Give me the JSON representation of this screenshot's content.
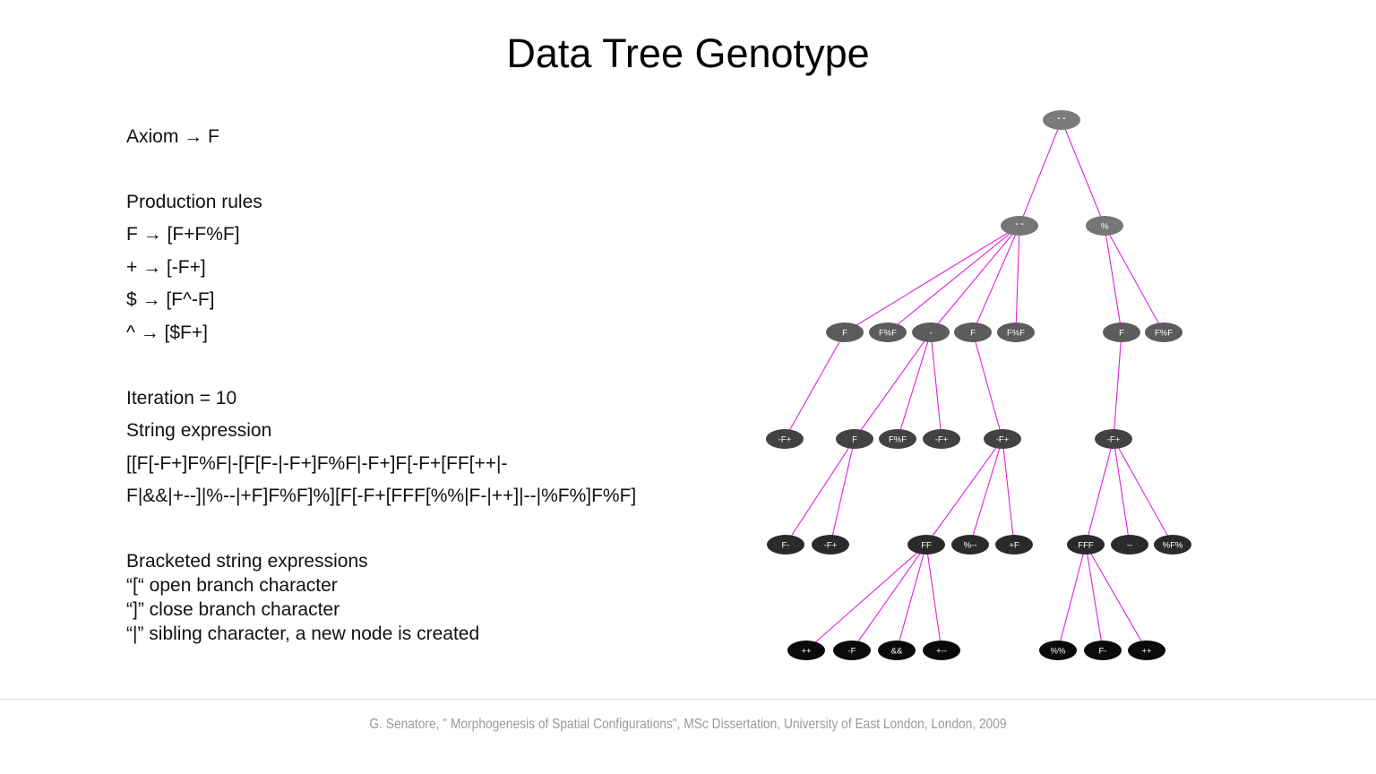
{
  "title": "Data Tree Genotype",
  "axiom": "Axiom → F",
  "production": {
    "heading": "Production rules",
    "rules": [
      "F → [F+F%F]",
      "+ → [-F+]",
      "$ → [F^-F]",
      "^ → [$F+]"
    ]
  },
  "iteration": "Iteration = 10",
  "string_expression": {
    "heading": "String expression",
    "line1": "[[F[-F+]F%F|-[F[F-|-F+]F%F|-F+]F[-F+[FF[++|-",
    "line2": "F|&&|+--]|%--|+F]F%F]%][F[-F+[FFF[%%|F-|++]|--|%F%]F%F]"
  },
  "bracketed": {
    "heading": "Bracketed string expressions",
    "items": [
      "“[“ open branch character",
      "“]” close branch character",
      "“|” sibling character, a new node is created"
    ]
  },
  "footer": "G. Senatore, \" Morphogenesis of Spatial Configurations\", MSc Dissertation, University of East London, London, 2009",
  "colors": {
    "edge": "#e020e0",
    "level_fills": [
      "#7b7b7b",
      "#767676",
      "#5c5c5c",
      "#424242",
      "#2a2a2a",
      "#0a0a0a"
    ]
  },
  "tree": {
    "nodes": [
      {
        "id": "r",
        "label": "“ “",
        "level": 0
      },
      {
        "id": "a",
        "label": "“ “",
        "level": 1
      },
      {
        "id": "b",
        "label": "%",
        "level": 1
      },
      {
        "id": "c1",
        "label": "F",
        "level": 2
      },
      {
        "id": "c2",
        "label": "F%F",
        "level": 2
      },
      {
        "id": "c3",
        "label": "-",
        "level": 2
      },
      {
        "id": "c4",
        "label": "F",
        "level": 2
      },
      {
        "id": "c5",
        "label": "F%F",
        "level": 2
      },
      {
        "id": "c6",
        "label": "F",
        "level": 2
      },
      {
        "id": "c7",
        "label": "F%F",
        "level": 2
      },
      {
        "id": "d1",
        "label": "-F+",
        "level": 3
      },
      {
        "id": "d2",
        "label": "F",
        "level": 3
      },
      {
        "id": "d3",
        "label": "F%F",
        "level": 3
      },
      {
        "id": "d4",
        "label": "-F+",
        "level": 3
      },
      {
        "id": "d5",
        "label": "-F+",
        "level": 3
      },
      {
        "id": "d6",
        "label": "-F+",
        "level": 3
      },
      {
        "id": "e1",
        "label": "F-",
        "level": 4
      },
      {
        "id": "e2",
        "label": "-F+",
        "level": 4
      },
      {
        "id": "e3",
        "label": "FF",
        "level": 4
      },
      {
        "id": "e4",
        "label": "%--",
        "level": 4
      },
      {
        "id": "e5",
        "label": "+F",
        "level": 4
      },
      {
        "id": "e6",
        "label": "FFF",
        "level": 4
      },
      {
        "id": "e7",
        "label": "--",
        "level": 4
      },
      {
        "id": "e8",
        "label": "%F%",
        "level": 4
      },
      {
        "id": "f1",
        "label": "++",
        "level": 5
      },
      {
        "id": "f2",
        "label": "-F",
        "level": 5
      },
      {
        "id": "f3",
        "label": "&&",
        "level": 5
      },
      {
        "id": "f4",
        "label": "+--",
        "level": 5
      },
      {
        "id": "f5",
        "label": "%%",
        "level": 5
      },
      {
        "id": "f6",
        "label": "F-",
        "level": 5
      },
      {
        "id": "f7",
        "label": "++",
        "level": 5
      }
    ],
    "edges": [
      [
        "r",
        "a"
      ],
      [
        "r",
        "b"
      ],
      [
        "a",
        "c1"
      ],
      [
        "a",
        "c2"
      ],
      [
        "a",
        "c3"
      ],
      [
        "a",
        "c4"
      ],
      [
        "a",
        "c5"
      ],
      [
        "b",
        "c6"
      ],
      [
        "b",
        "c7"
      ],
      [
        "c1",
        "d1"
      ],
      [
        "c3",
        "d2"
      ],
      [
        "c3",
        "d3"
      ],
      [
        "c3",
        "d4"
      ],
      [
        "c4",
        "d5"
      ],
      [
        "c6",
        "d6"
      ],
      [
        "d2",
        "e1"
      ],
      [
        "d2",
        "e2"
      ],
      [
        "d5",
        "e3"
      ],
      [
        "d5",
        "e4"
      ],
      [
        "d5",
        "e5"
      ],
      [
        "d6",
        "e6"
      ],
      [
        "d6",
        "e7"
      ],
      [
        "d6",
        "e8"
      ],
      [
        "e3",
        "f1"
      ],
      [
        "e3",
        "f2"
      ],
      [
        "e3",
        "f3"
      ],
      [
        "e3",
        "f4"
      ],
      [
        "e6",
        "f5"
      ],
      [
        "e6",
        "f6"
      ],
      [
        "e6",
        "f7"
      ]
    ]
  }
}
